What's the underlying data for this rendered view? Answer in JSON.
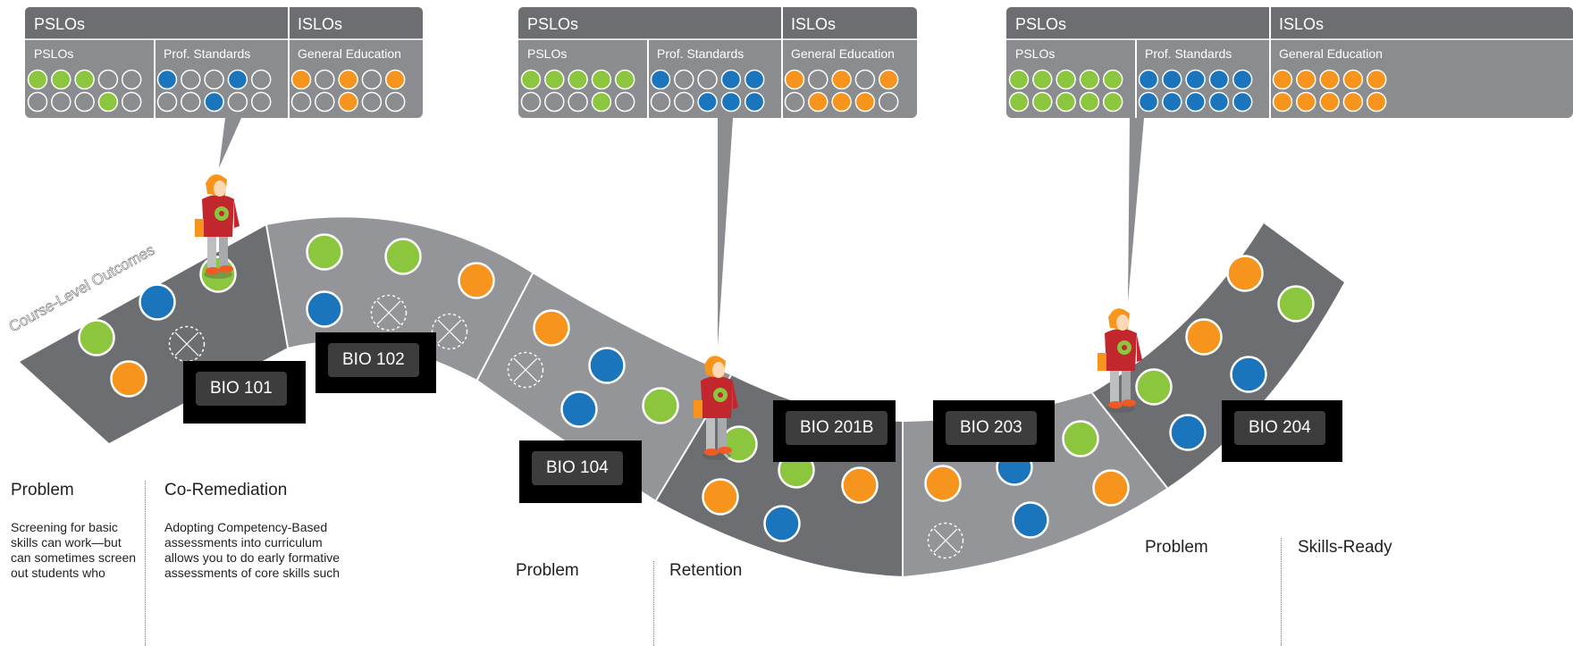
{
  "panels": [
    {
      "headers": {
        "pslos": "PSLOs",
        "islos": "ISLOs"
      },
      "sections": [
        {
          "label": "PSLOs",
          "color": "#8cc63f",
          "rows": [
            [
              1,
              1,
              1,
              0,
              0
            ],
            [
              0,
              0,
              0,
              1,
              0
            ]
          ]
        },
        {
          "label": "Prof. Standards",
          "color": "#1b75bc",
          "rows": [
            [
              1,
              0,
              0,
              1,
              0
            ],
            [
              0,
              0,
              1,
              0,
              0
            ]
          ]
        },
        {
          "label": "General Education",
          "color": "#f7941d",
          "rows": [
            [
              1,
              0,
              1,
              0,
              1
            ],
            [
              0,
              0,
              1,
              0,
              0
            ]
          ]
        }
      ]
    },
    {
      "headers": {
        "pslos": "PSLOs",
        "islos": "ISLOs"
      },
      "sections": [
        {
          "label": "PSLOs",
          "color": "#8cc63f",
          "rows": [
            [
              1,
              1,
              1,
              1,
              1
            ],
            [
              0,
              0,
              0,
              1,
              0
            ]
          ]
        },
        {
          "label": "Prof. Standards",
          "color": "#1b75bc",
          "rows": [
            [
              1,
              0,
              0,
              1,
              1
            ],
            [
              0,
              0,
              1,
              1,
              1
            ]
          ]
        },
        {
          "label": "General Education",
          "color": "#f7941d",
          "rows": [
            [
              1,
              0,
              1,
              0,
              1
            ],
            [
              0,
              1,
              1,
              1,
              0
            ]
          ]
        }
      ]
    },
    {
      "headers": {
        "pslos": "PSLOs",
        "islos": "ISLOs"
      },
      "sections": [
        {
          "label": "PSLOs",
          "color": "#8cc63f",
          "rows": [
            [
              1,
              1,
              1,
              1,
              1
            ],
            [
              1,
              1,
              1,
              1,
              1
            ]
          ]
        },
        {
          "label": "Prof. Standards",
          "color": "#1b75bc",
          "rows": [
            [
              1,
              1,
              1,
              1,
              1
            ],
            [
              1,
              1,
              1,
              1,
              1
            ]
          ]
        },
        {
          "label": "General Education",
          "color": "#f7941d",
          "rows": [
            [
              1,
              1,
              1,
              1,
              1
            ],
            [
              1,
              1,
              1,
              1,
              1
            ]
          ]
        }
      ]
    }
  ],
  "pathway_label": "Course-Level Outcomes",
  "courses": [
    "BIO 101",
    "BIO 102",
    "BIO 104",
    "BIO 201B",
    "BIO 203",
    "BIO 204"
  ],
  "notes": [
    {
      "heading": "Problem",
      "text": [
        "Screening for basic",
        "skills can work—but",
        "can sometimes screen",
        "out students who"
      ]
    },
    {
      "heading": "Co-Remediation",
      "text": [
        "Adopting Competency-Based",
        "assessments into curriculum",
        "allows you to do early formative",
        "assessments of core skills such"
      ]
    },
    {
      "heading": "Problem",
      "text": []
    },
    {
      "heading": "Retention",
      "text": []
    },
    {
      "heading": "Problem",
      "text": []
    },
    {
      "heading": "Skills-Ready",
      "text": []
    }
  ],
  "colors": {
    "green": "#8cc63f",
    "blue": "#1b75bc",
    "orange": "#f7941d",
    "dark_segment": "#6d6e71",
    "light_segment": "#939598",
    "panel_gray": "#8a8c8f",
    "panel_header": "#6d6e71"
  }
}
